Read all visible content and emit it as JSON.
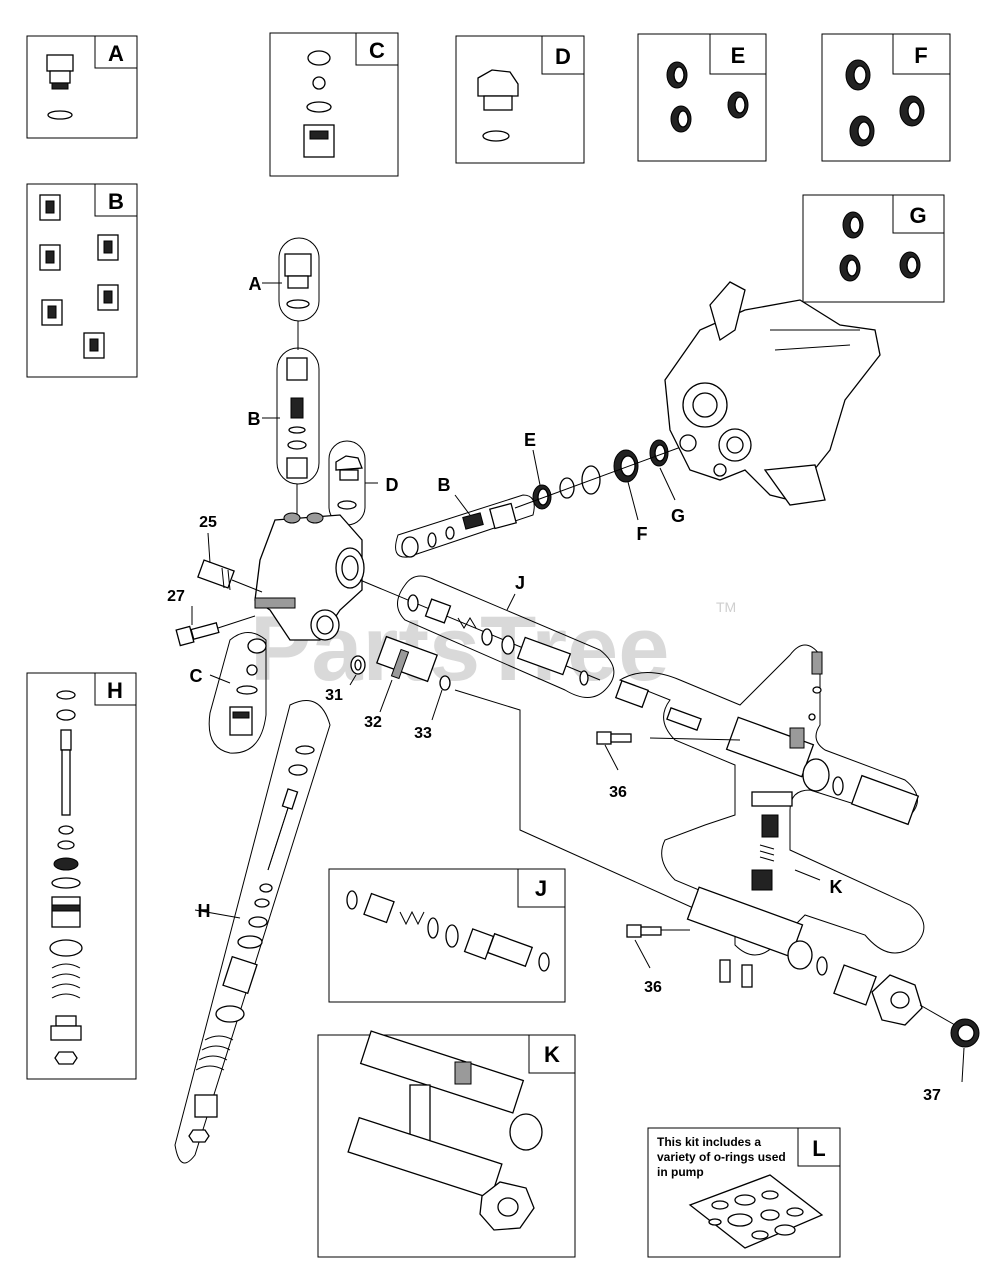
{
  "watermark": {
    "text": "PartsTree",
    "trademark": "TM"
  },
  "kit_boxes": {
    "A": "A",
    "B": "B",
    "C": "C",
    "D": "D",
    "E": "E",
    "F": "F",
    "G": "G",
    "H": "H",
    "J": "J",
    "K": "K",
    "L": "L"
  },
  "callouts": {
    "A": "A",
    "B_upper": "B",
    "B_lower": "B",
    "C": "C",
    "D": "D",
    "E": "E",
    "F": "F",
    "G": "G",
    "H": "H",
    "J": "J",
    "K": "K",
    "n25": "25",
    "n27": "27",
    "n31": "31",
    "n32": "32",
    "n33": "33",
    "n36_upper": "36",
    "n36_lower": "36",
    "n37": "37"
  },
  "kit_note": "This kit includes a variety of o-rings used in pump"
}
